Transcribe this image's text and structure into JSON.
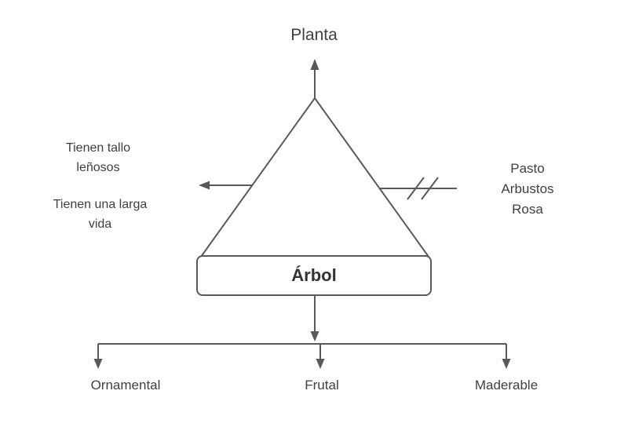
{
  "diagram": {
    "top_label": "Planta",
    "center_label": "Árbol",
    "left_notes": [
      "Tienen tallo leñosos",
      "Tienen una larga vida"
    ],
    "right_items": [
      "Pasto",
      "Arbustos",
      "Rosa"
    ],
    "children": [
      "Ornamental",
      "Frutal",
      "Maderable"
    ],
    "colors": {
      "line": "#595959",
      "text": "#3f3f3f",
      "background": "#ffffff"
    }
  }
}
